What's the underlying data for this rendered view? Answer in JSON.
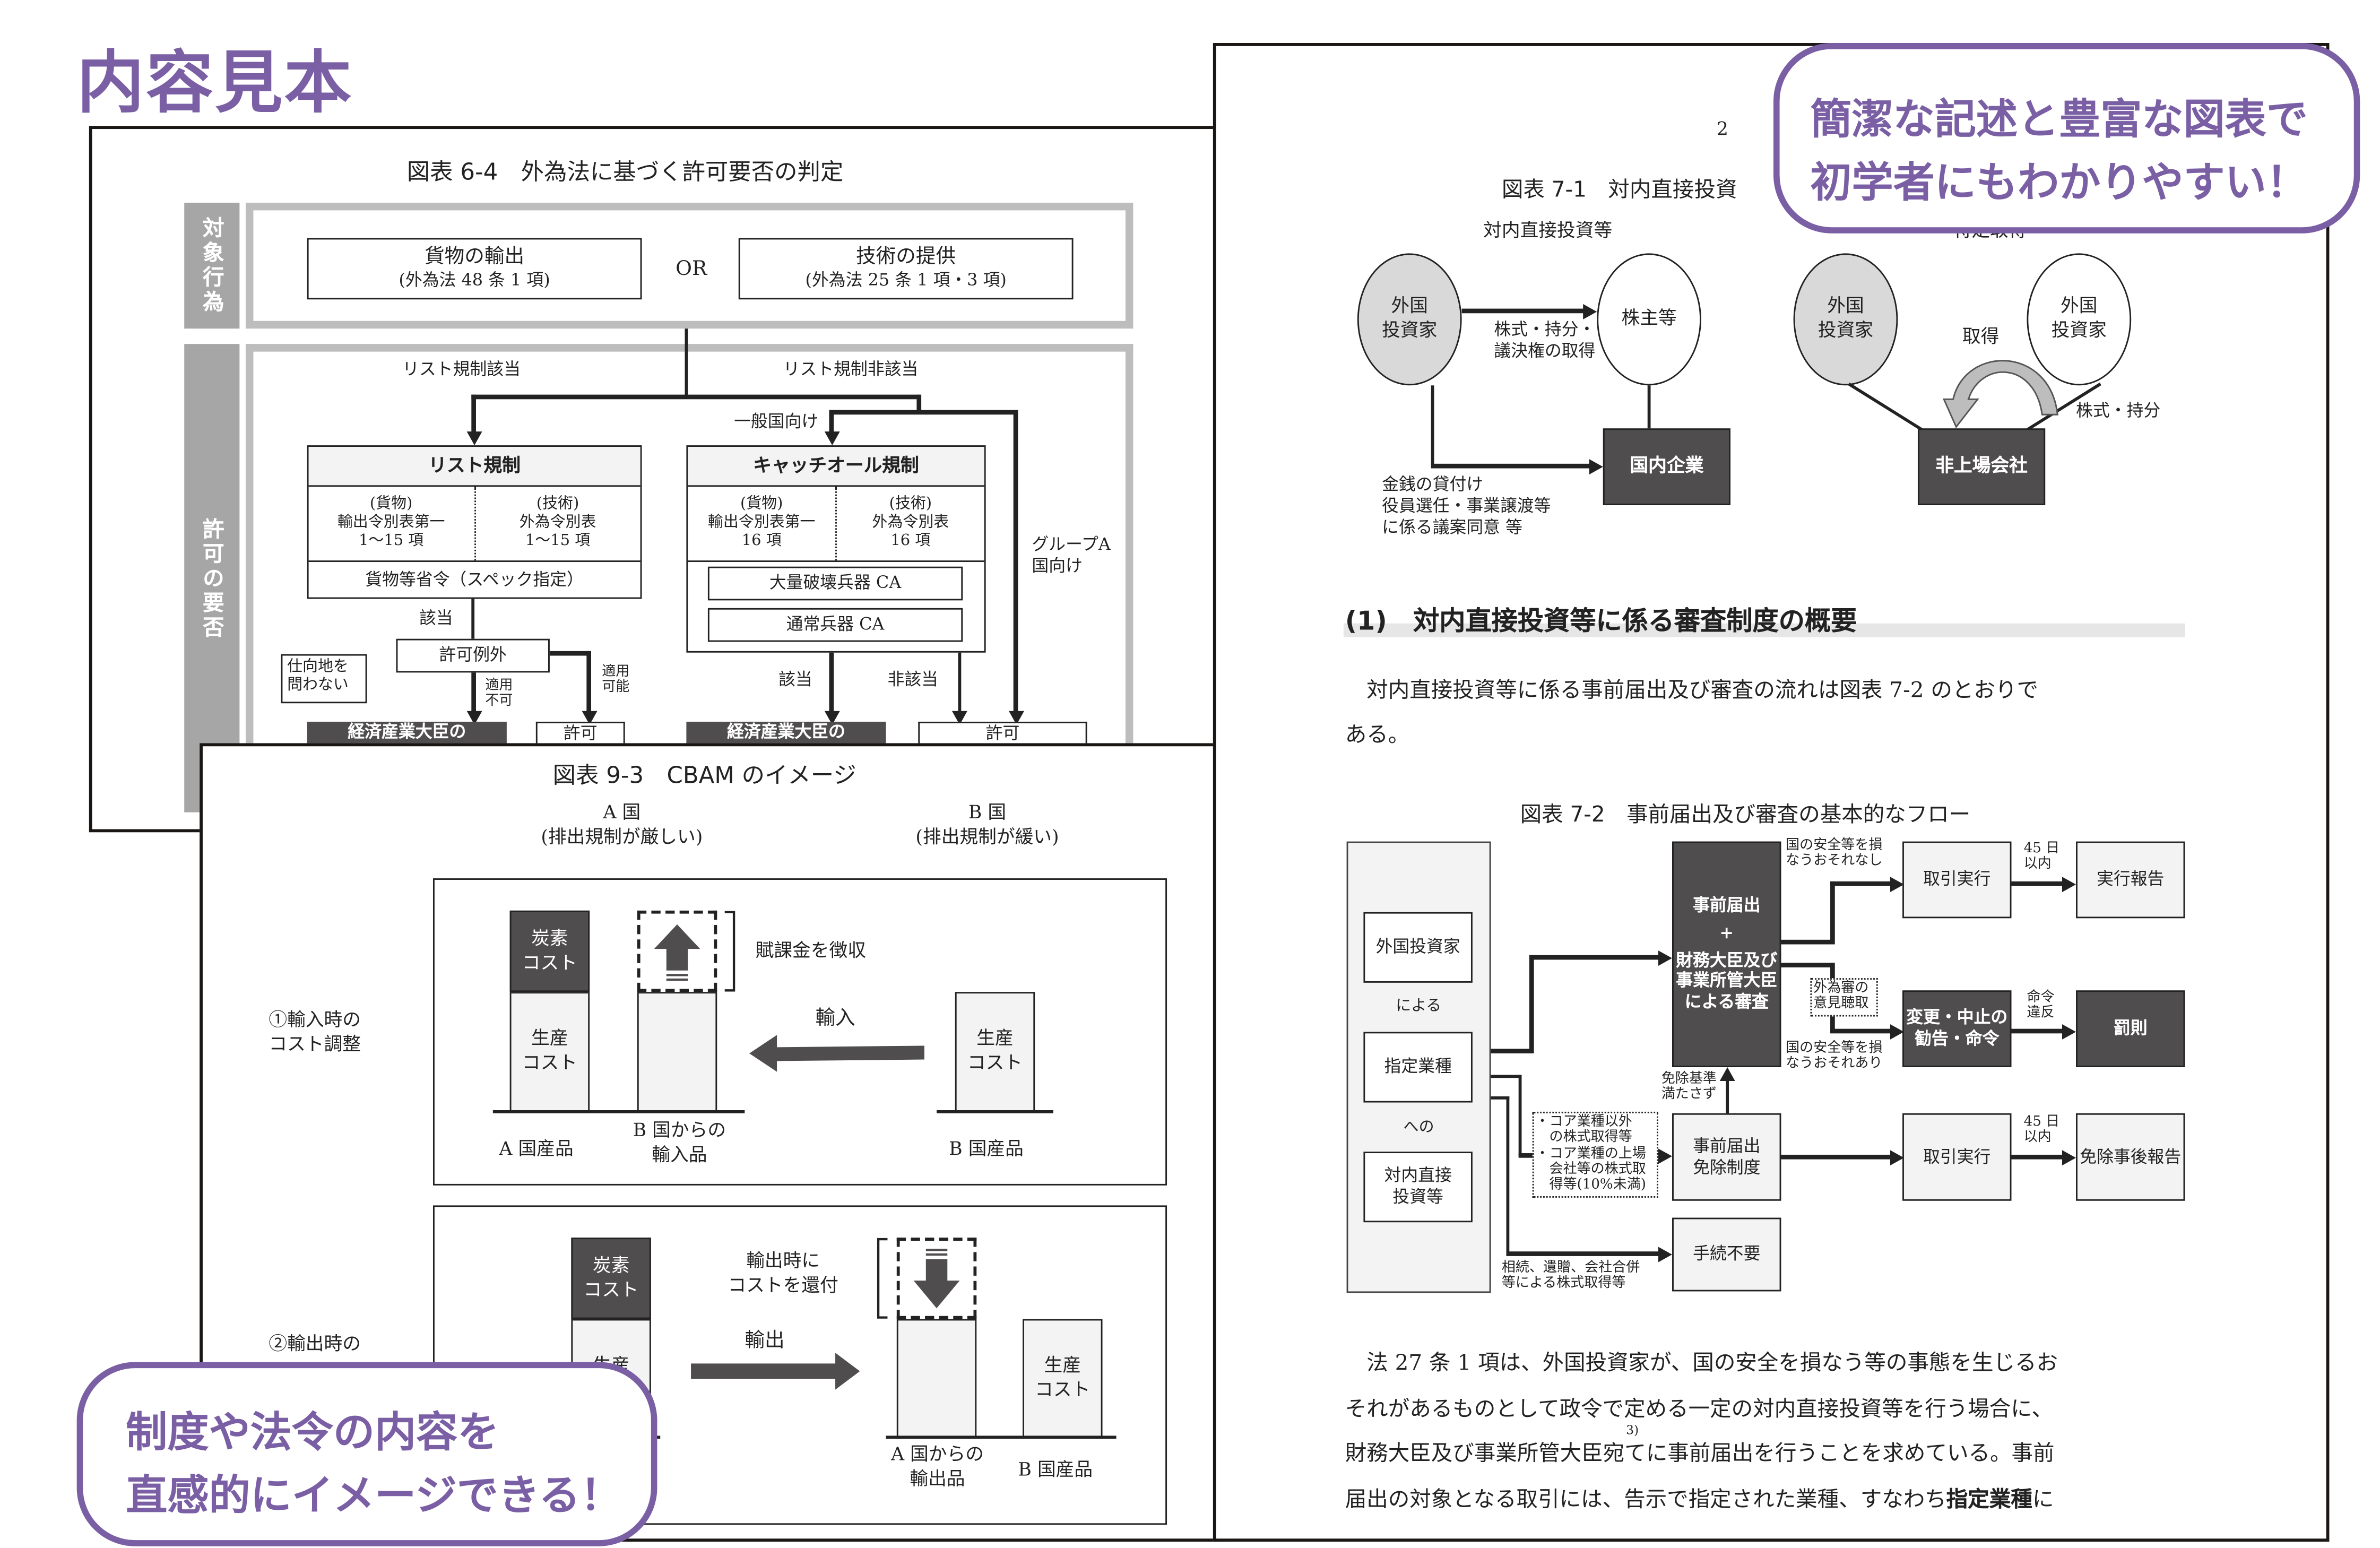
{
  "header": {
    "title": "内容見本",
    "accent_color": "#7a5fa5"
  },
  "callouts": {
    "top_right": [
      "簡潔な記述と豊富な図表で",
      "初学者にもわかりやすい！"
    ],
    "bottom_left": [
      "制度や法令の内容を",
      "直感的にイメージできる！"
    ]
  },
  "fig_6_4": {
    "title": "図表 6-4　外為法に基づく許可要否の判定",
    "side_labels": {
      "target": "対象行為",
      "permit": "許可の要否"
    },
    "goods": {
      "title": "貨物の輸出",
      "sub": "(外為法 48 条 1 項)"
    },
    "or": "OR",
    "tech": {
      "title": "技術の提供",
      "sub": "(外為法 25 条 1 項・3 項)"
    },
    "branch_list": "リスト規制該当",
    "branch_nonlist": "リスト規制非該当",
    "general": "一般国向け",
    "group_a": "グループA国向け",
    "list_reg": {
      "title": "リスト規制",
      "goods": [
        "(貨物)",
        "輸出令別表第一",
        "1～15 項"
      ],
      "tech": [
        "(技術)",
        "外為令別表",
        "1～15 項"
      ],
      "spec": "貨物等省令（スペック指定）"
    },
    "catch_all": {
      "title": "キャッチオール規制",
      "goods": [
        "(貨物)",
        "輸出令別表第一",
        "16 項"
      ],
      "tech": [
        "(技術)",
        "外為令別表",
        "16 項"
      ],
      "wmd": "大量破壊兵器 CA",
      "conv": "通常兵器 CA"
    },
    "applicable": "該当",
    "exception": "許可例外",
    "dest": [
      "仕向地を",
      "問わない"
    ],
    "not_appl": [
      "適用",
      "不可"
    ],
    "appl": [
      "適用",
      "可能"
    ],
    "ca_yes": "該当",
    "ca_no": "非該当",
    "meti": "経済産業大臣の",
    "permit": "許可"
  },
  "fig_9_3": {
    "title": "図表 9-3　CBAM のイメージ",
    "country_a": [
      "A 国",
      "(排出規制が厳しい)"
    ],
    "country_b": [
      "B 国",
      "(排出規制が緩い)"
    ],
    "row1_label": [
      "①輸入時の",
      "コスト調整"
    ],
    "row2_label": [
      "②輸出時の"
    ],
    "carbon": [
      "炭素",
      "コスト"
    ],
    "prod": [
      "生産",
      "コスト"
    ],
    "levy": "賦課金を徴収",
    "import": "輸入",
    "export": "輸出",
    "refund": [
      "輸出時に",
      "コストを還付"
    ],
    "a_product": "A 国産品",
    "b_import": [
      "B 国からの",
      "輸入品"
    ],
    "b_product": "B 国産品",
    "a_export": [
      "A 国からの",
      "輸出品"
    ]
  },
  "right_page": {
    "running_head": "2",
    "fig_7_1": {
      "title": "図表 7-1　対内直接投資",
      "left_label": "対内直接投資等",
      "right_label": "特定取得",
      "foreign_investor": [
        "外国",
        "投資家"
      ],
      "shareholders": "株主等",
      "acquire_shares": [
        "株式・持分・",
        "議決権の取得"
      ],
      "domestic": "国内企業",
      "loans": [
        "金銭の貸付け",
        "役員選任・事業譲渡等",
        "に係る議案同意 等"
      ],
      "acquire": "取得",
      "shares": "株式・持分",
      "unlisted": "非上場会社"
    },
    "section_heading": "(1)　対内直接投資等に係る審査制度の概要",
    "para1": [
      "対内直接投資等に係る事前届出及び審査の流れは図表 7-2 のとおりで",
      "ある。"
    ],
    "fig_7_2": {
      "title": "図表 7-2　事前届出及び審査の基本的なフロー",
      "investor": "外国投資家",
      "by": "による",
      "industry": "指定業種",
      "to": "への",
      "fdi": [
        "対内直接",
        "投資等"
      ],
      "review": [
        "事前届出",
        "+",
        "財務大臣及び",
        "事業所管大臣",
        "による審査"
      ],
      "no_risk": [
        "国の安全等を損",
        "なうおそれなし"
      ],
      "risk": [
        "国の安全等を損",
        "なうおそれあり"
      ],
      "execute": "取引実行",
      "days45": [
        "45 日",
        "以内"
      ],
      "report": "実行報告",
      "council": [
        "外為審の",
        "意見聴取"
      ],
      "change": [
        "変更・中止の",
        "勧告・命令"
      ],
      "violation": [
        "命令",
        "違反"
      ],
      "penalty": "罰則",
      "not_meet": [
        "免除基準",
        "満たさず"
      ],
      "exempt_cond": [
        "・コア業種以外",
        "　の株式取得等",
        "・コア業種の上場",
        "　会社等の株式取",
        "　得等(10%未満)"
      ],
      "exempt": [
        "事前届出",
        "免除制度"
      ],
      "exempt_report": "免除事後報告",
      "no_proc": "手続不要",
      "inherit": [
        "相続、遺贈、会社合併",
        "等による株式取得等"
      ]
    },
    "para2": [
      "法 27 条 1 項は、外国投資家が、国の安全を損なう等の事態を生じるお",
      "それがあるものとして政令で定める一定の対内直接投資等を行う場合に、",
      "財務大臣及び事業所管大臣宛てに事前届出を行うことを求めている。事前",
      "届出の対象となる取引には、告示で指定された業種、すなわち"
    ],
    "para2_bold": "指定業種",
    "para2_tail": "に",
    "footnote_ref": "3)"
  }
}
